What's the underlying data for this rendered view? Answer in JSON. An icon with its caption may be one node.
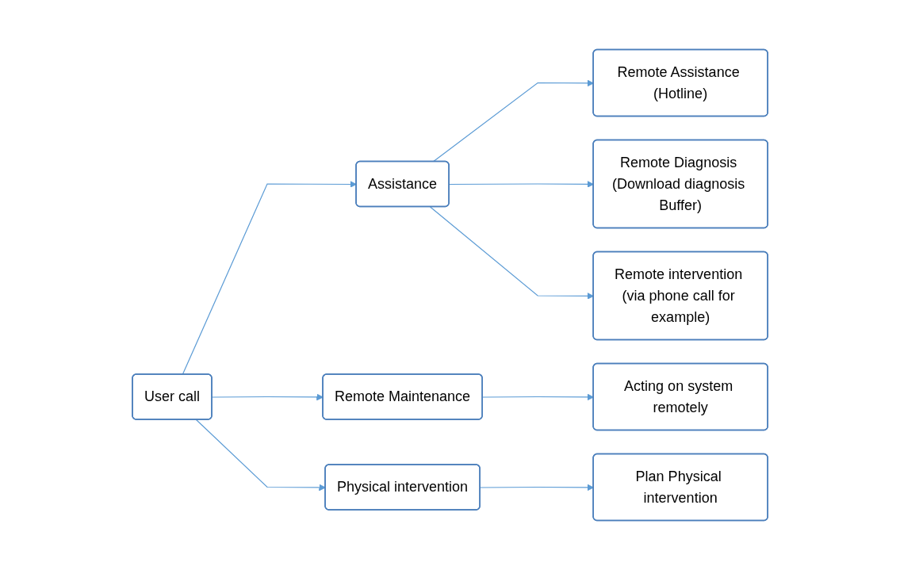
{
  "diagram": {
    "nodes": [
      {
        "text": [
          "User call"
        ]
      },
      {
        "text": [
          "Assistance"
        ]
      },
      {
        "text": [
          "Remote Maintenance"
        ]
      },
      {
        "text": [
          "Physical intervention"
        ]
      },
      {
        "text": [
          "Remote Assistance (Hotline)"
        ]
      },
      {
        "text": [
          "Remote Diagnosis (Download diagnosis Buffer)"
        ]
      },
      {
        "text": [
          "Remote intervention (via phone call for example)"
        ]
      },
      {
        "text": [
          "Acting on system remotely"
        ]
      },
      {
        "text": [
          "Plan Physical intervention"
        ]
      }
    ],
    "edges": [
      {
        "from": 0,
        "to": 1,
        "arrow": "to"
      },
      {
        "from": 0,
        "to": 2,
        "arrow": "to"
      },
      {
        "from": 0,
        "to": 3,
        "arrow": "to"
      },
      {
        "from": 1,
        "to": 4,
        "arrow": "to"
      },
      {
        "from": 1,
        "to": 5,
        "arrow": "to"
      },
      {
        "from": 1,
        "to": 6,
        "arrow": "to"
      },
      {
        "from": 2,
        "to": 7,
        "arrow": "to"
      },
      {
        "from": 3,
        "to": 8,
        "arrow": "to"
      }
    ]
  }
}
